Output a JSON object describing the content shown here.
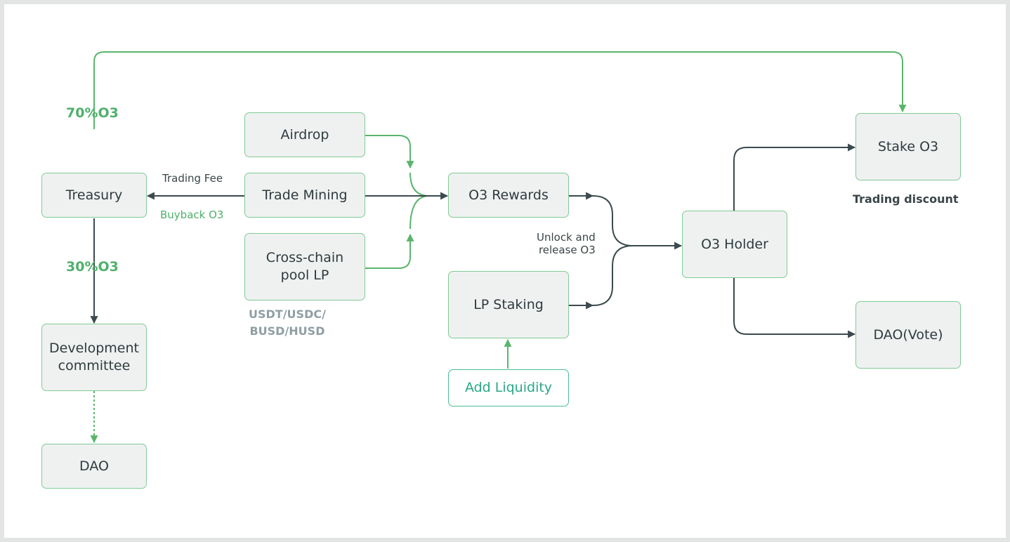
{
  "nodes": {
    "treasury": "Treasury",
    "development_committee": "Development\ncommittee",
    "dao": "DAO",
    "airdrop": "Airdrop",
    "trade_mining": "Trade Mining",
    "cross_chain_pool_lp": "Cross-chain\npool LP",
    "o3_rewards": "O3 Rewards",
    "lp_staking": "LP Staking",
    "add_liquidity": "Add Liquidity",
    "o3_holder": "O3 Holder",
    "stake_o3": "Stake O3",
    "dao_vote": "DAO(Vote)"
  },
  "labels": {
    "pct_70": "70%O3",
    "pct_30": "30%O3",
    "trading_fee": "Trading Fee",
    "buyback": "Buyback O3",
    "stablecoins": "USDT/USDC/\nBUSD/HUSD",
    "unlock_release": "Unlock and\nrelease O3",
    "trading_discount": "Trading discount"
  },
  "colors": {
    "green": "#5ab56c",
    "dark": "#3c4a4e",
    "node_fill": "#eff1f1",
    "node_border": "#7fcb94",
    "accent_text": "#2aa886"
  }
}
